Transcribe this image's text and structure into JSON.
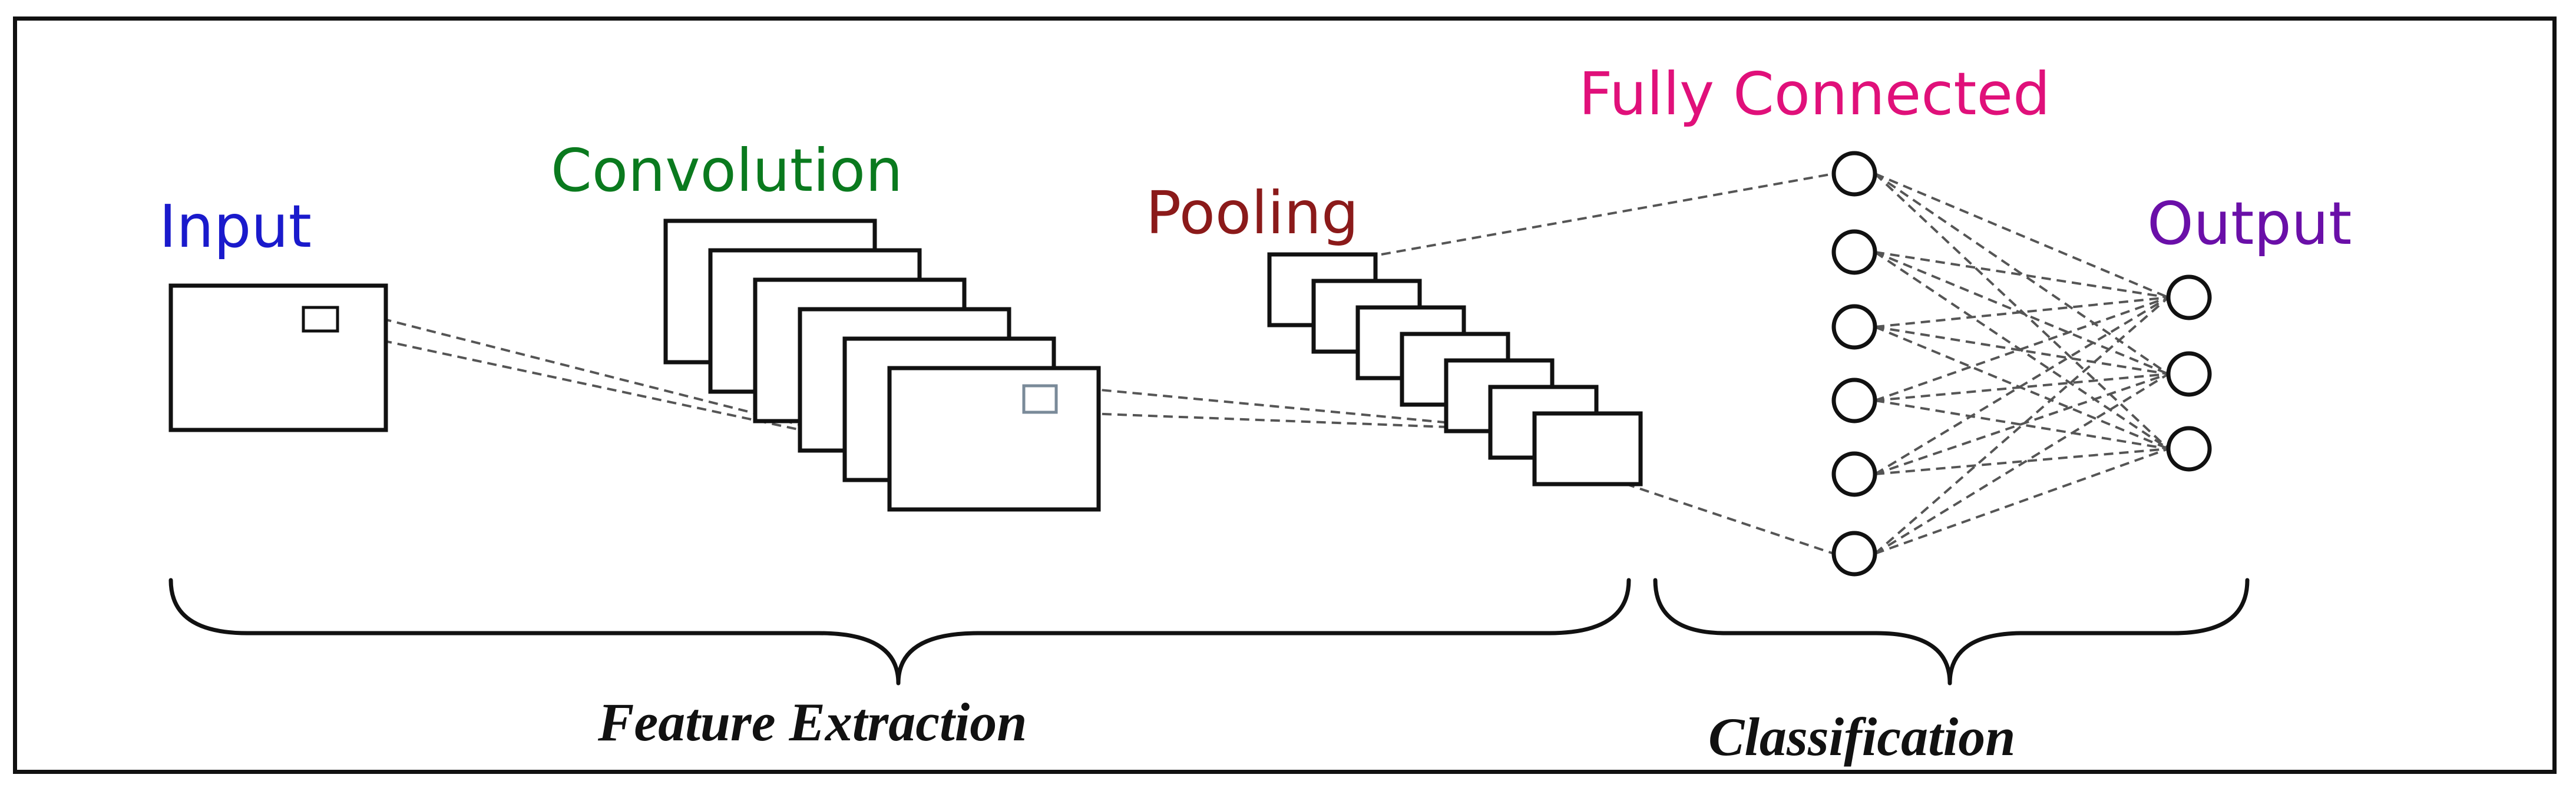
{
  "labels": {
    "input": "Input",
    "convolution": "Convolution",
    "pooling": "Pooling",
    "fully_connected": "Fully Connected",
    "output": "Output"
  },
  "groups": {
    "feature_extraction": "Feature Extraction",
    "classification": "Classification"
  },
  "colors": {
    "input": "#1a1acc",
    "convolution": "#0a7a1e",
    "pooling": "#8b1a1a",
    "fully_connected": "#e0107a",
    "output": "#6a0fa8",
    "stroke": "#111111",
    "dashed": "#555555"
  },
  "network": {
    "convolution_maps": 6,
    "pooling_maps": 7,
    "fully_connected_nodes": 6,
    "output_nodes": 3
  }
}
